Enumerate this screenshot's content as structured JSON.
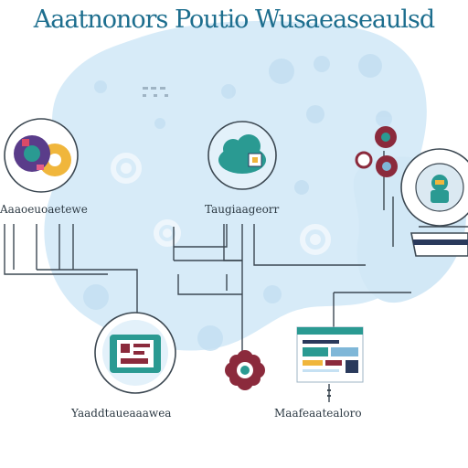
{
  "title": "Aaatnonors Poutio Wusaeaseaulsd",
  "colors": {
    "blob": "#d7ebf8",
    "blob_dark": "#c6e1f3",
    "line": "#3c4852",
    "teal": "#2a9a92",
    "purple": "#5a3c8a",
    "gear_yellow": "#f0b63c",
    "maroon": "#8b2a3c",
    "navy": "#2a3a5c"
  },
  "labels": {
    "top_left": "Aaaoeuoaetewe",
    "top_center": "Taugiaageorr",
    "bottom_left": "Yaaddtaueaaawea",
    "bottom_right": "Maafeaatealoro"
  },
  "icons": {
    "gears": "gears-icon",
    "cloud": "cloud-icon",
    "chip": "chip-icon",
    "flower_gear": "flower-gear-icon",
    "browser": "browser-window-icon",
    "robot_avatar": "robot-avatar-icon",
    "network_node": "network-node-icon"
  }
}
